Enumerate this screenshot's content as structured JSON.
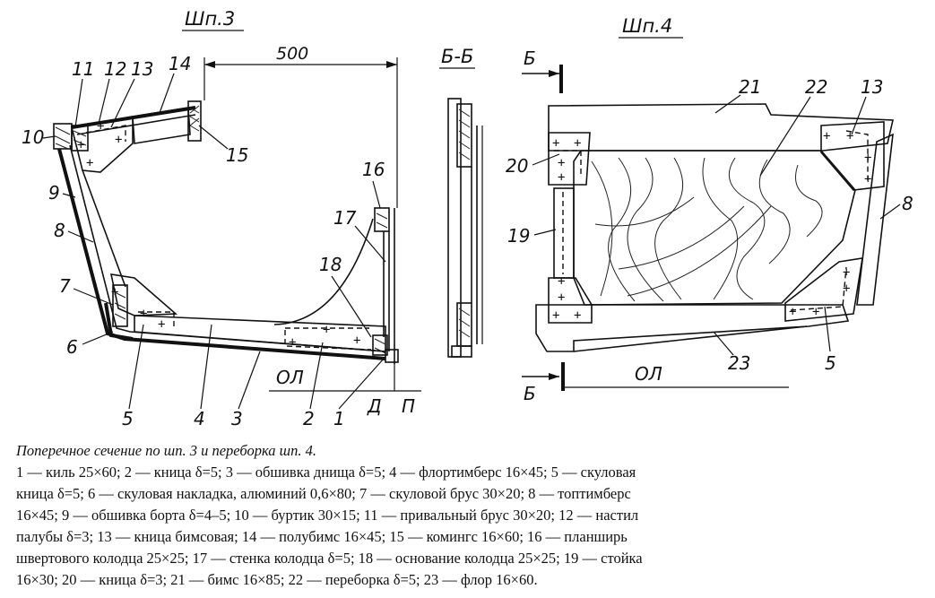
{
  "section_titles": {
    "sp3": "Шп.3",
    "sp4": "Шп.4",
    "bb": "Б-Б"
  },
  "dimension": "500",
  "waterline": {
    "left": "ОЛ",
    "right": "ОЛ"
  },
  "station_marks": {
    "d": "Д",
    "p": "П"
  },
  "cut_marks": {
    "top": "Б",
    "bottom": "Б"
  },
  "callouts_left": [
    "1",
    "2",
    "3",
    "4",
    "5",
    "6",
    "7",
    "8",
    "9",
    "10",
    "11",
    "12",
    "13",
    "14",
    "15",
    "16",
    "17",
    "18"
  ],
  "callouts_right": [
    "5",
    "8",
    "13",
    "19",
    "20",
    "21",
    "22",
    "23"
  ],
  "caption": {
    "title": "Поперечное сечение по шп. 3 и переборка шп. 4.",
    "lines": [
      "1 — киль 25×60; 2 — кница δ=5; 3 — обшивка днища δ=5; 4 — флортимберс 16×45; 5 — скуловая",
      "кница δ=5; 6 — скуловая накладка, алюминий 0,6×80; 7 — скуловой брус 30×20; 8 — топтимберс",
      "16×45; 9 — обшивка борта δ=4–5; 10 — буртик 30×15; 11 — привальный брус 30×20; 12 — настил",
      "палубы δ=3; 13 — кница бимсовая; 14 — полубимс 16×45; 15 — комингс 16×60; 16 — планширь",
      "швертового колодца 25×25; 17 — стенка колодца δ=5; 18 — основание колодца 25×25; 19 — стойка",
      "16×30; 20 — кница δ=3; 21 — бимс 16×85; 22 — переборка δ=5; 23 — флор 16×60."
    ]
  }
}
